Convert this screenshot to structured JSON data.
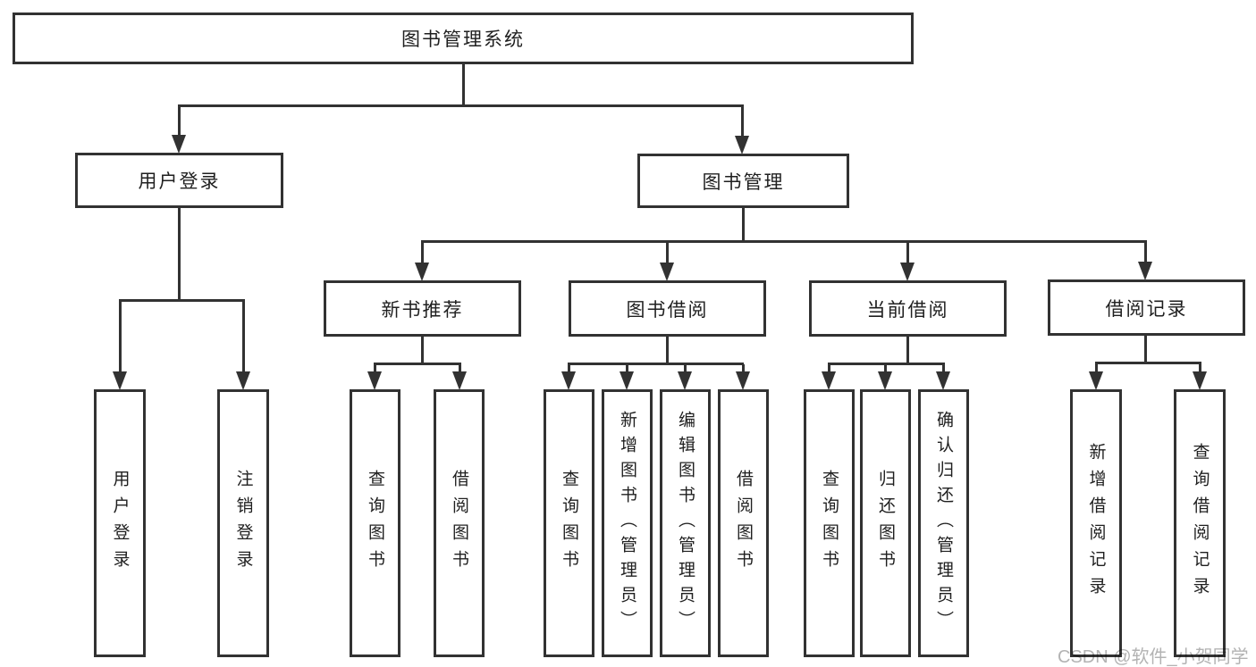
{
  "tree": {
    "label": "图书管理系统",
    "children": [
      {
        "label": "用户登录",
        "children": [
          {
            "label": "用户登录"
          },
          {
            "label": "注销登录"
          }
        ]
      },
      {
        "label": "图书管理",
        "children": [
          {
            "label": "新书推荐",
            "children": [
              {
                "label": "查询图书"
              },
              {
                "label": "借阅图书"
              }
            ]
          },
          {
            "label": "图书借阅",
            "children": [
              {
                "label": "查询图书"
              },
              {
                "label": "新增图书（管理员）"
              },
              {
                "label": "编辑图书（管理员）"
              },
              {
                "label": "借阅图书"
              }
            ]
          },
          {
            "label": "当前借阅",
            "children": [
              {
                "label": "查询图书"
              },
              {
                "label": "归还图书"
              },
              {
                "label": "确认归还（管理员）"
              }
            ]
          },
          {
            "label": "借阅记录",
            "children": [
              {
                "label": "新增借阅记录"
              },
              {
                "label": "查询借阅记录"
              }
            ]
          }
        ]
      }
    ]
  },
  "watermark": {
    "text": "CSDN @软件_小贺同学"
  },
  "colors": {
    "line": "#323232",
    "box_border": "#323232",
    "box_fill": "#ffffff",
    "text": "#1f1f1f",
    "watermark": "#b3b3b3",
    "background": "#ffffff"
  }
}
